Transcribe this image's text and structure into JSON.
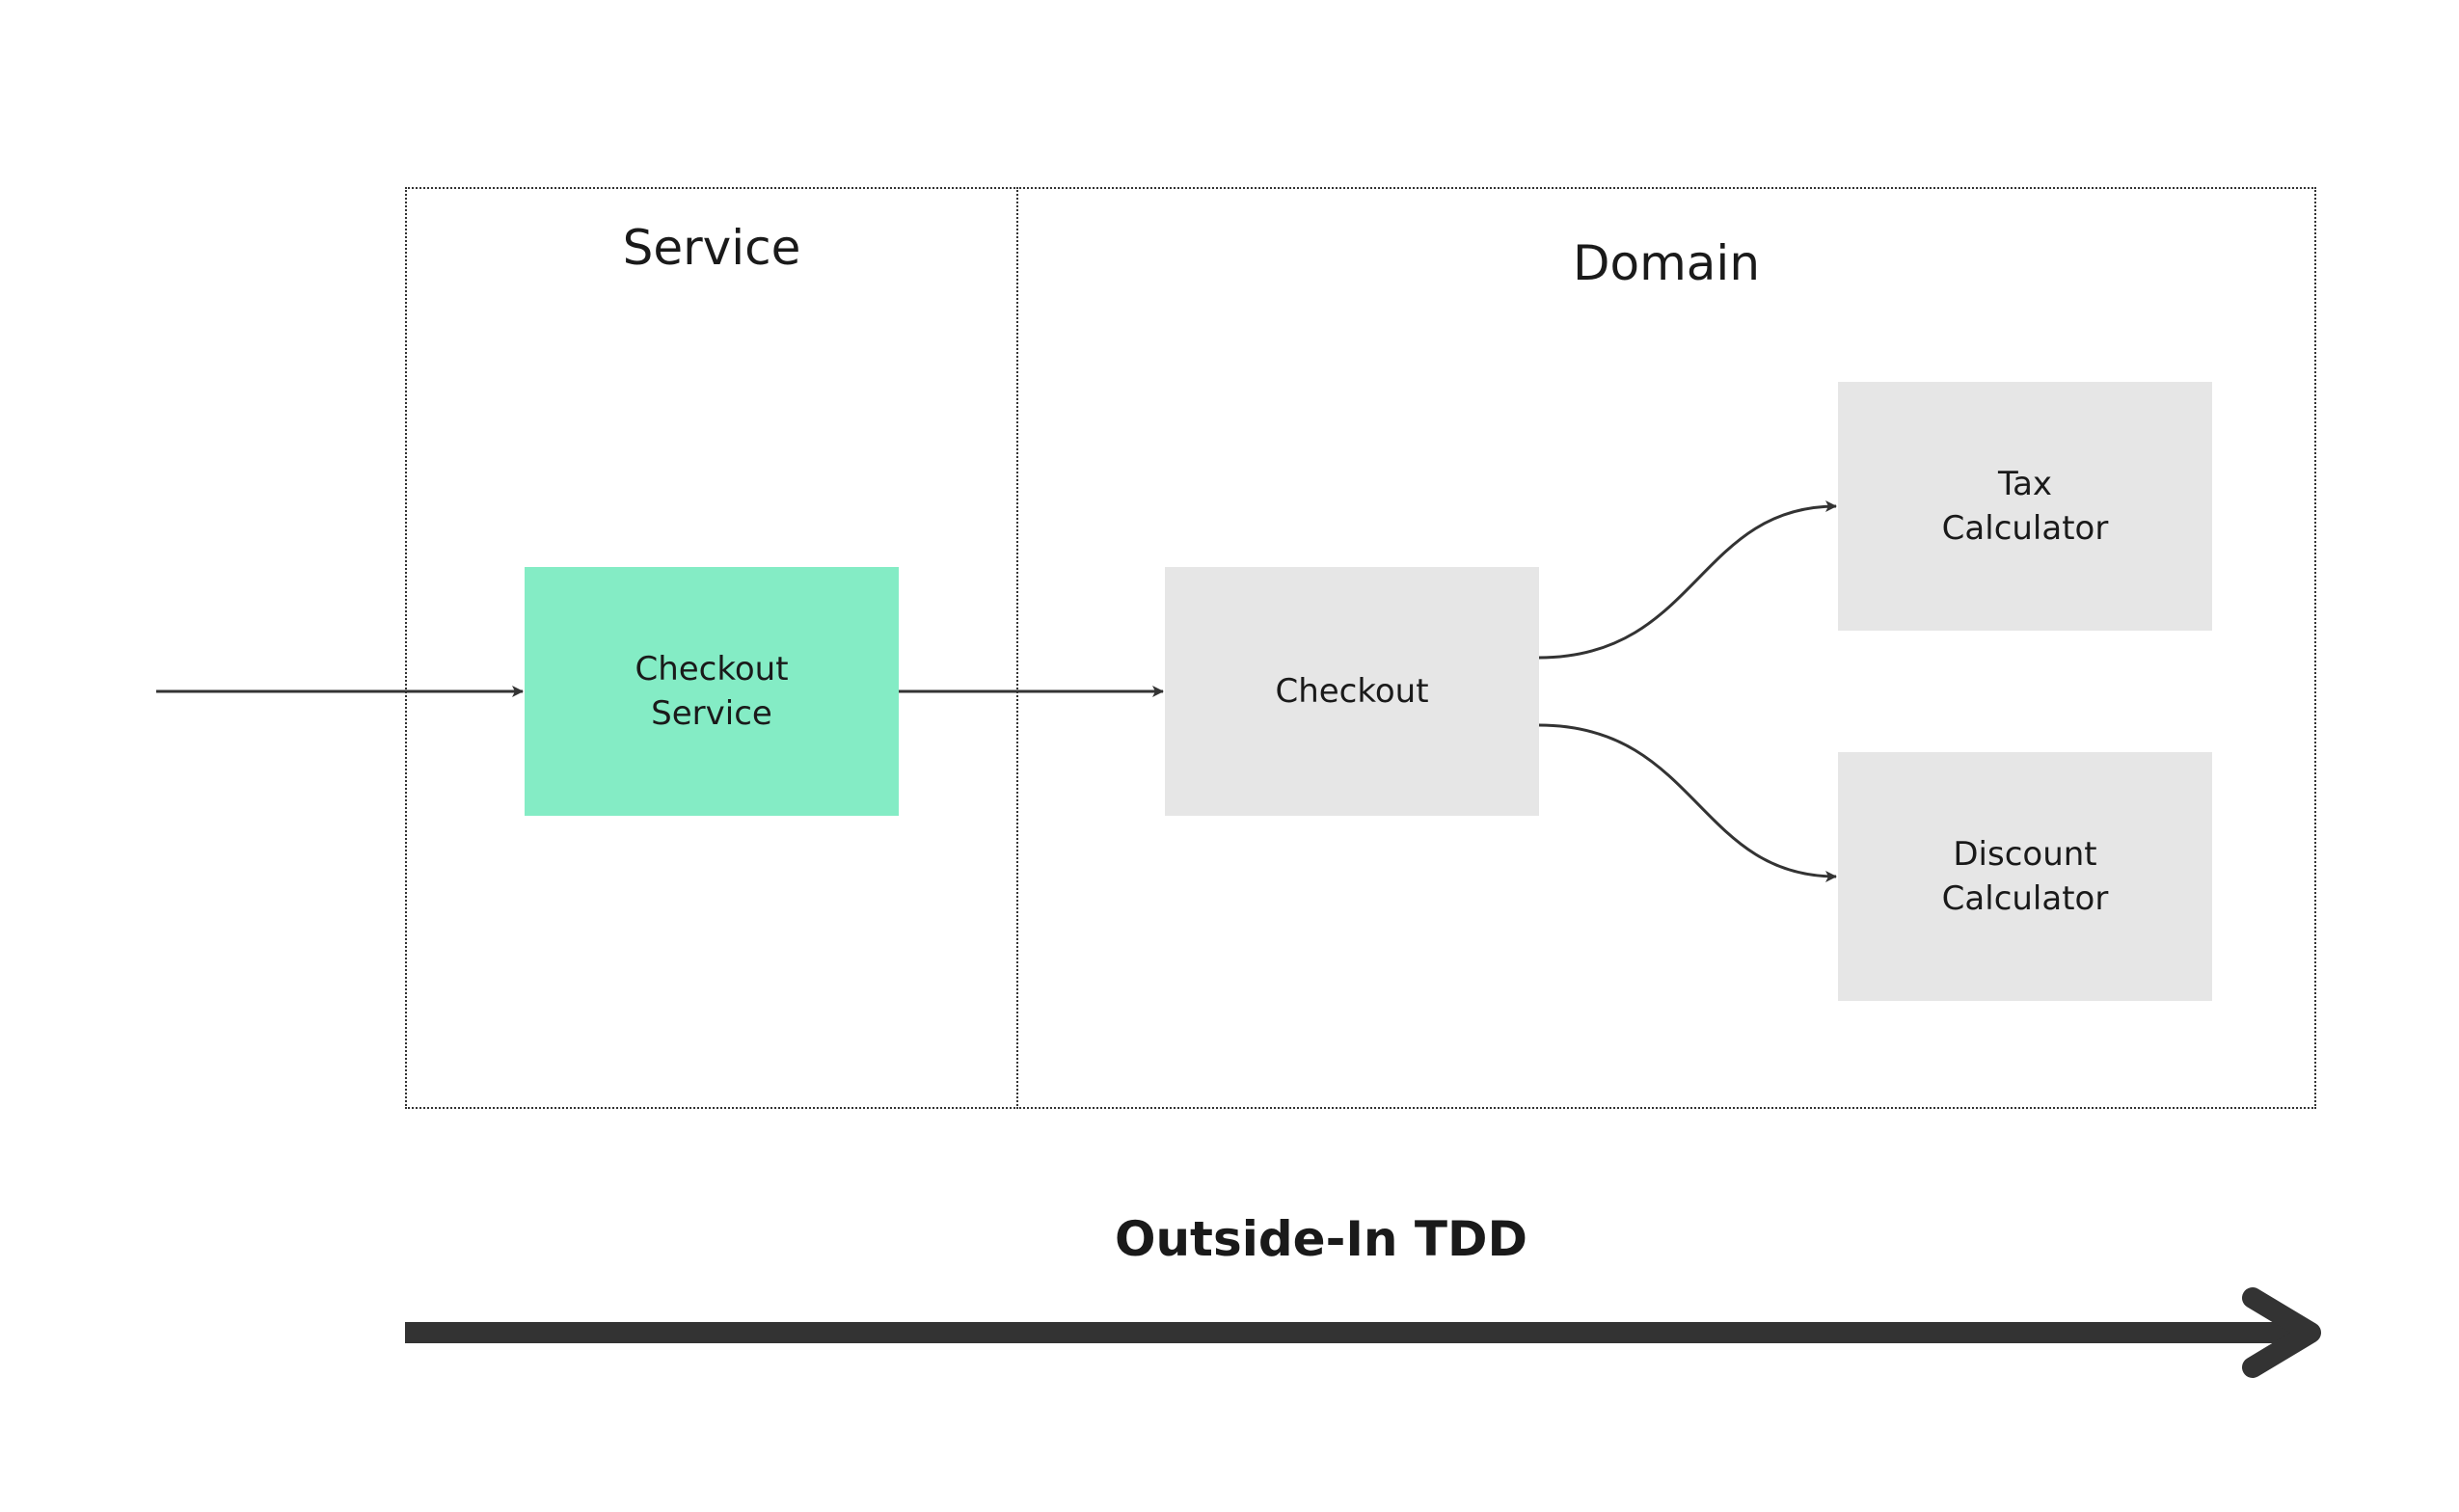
{
  "diagram": {
    "frames": {
      "service_title": "Service",
      "domain_title": "Domain"
    },
    "nodes": {
      "checkout_service": {
        "label": "Checkout\nService",
        "fill": "#84ecc5"
      },
      "checkout": {
        "label": "Checkout",
        "fill": "#e6e6e6"
      },
      "tax_calculator": {
        "label": "Tax\nCalculator",
        "fill": "#e6e6e6"
      },
      "discount_calculator": {
        "label": "Discount\nCalculator",
        "fill": "#e6e6e6"
      }
    },
    "edges": [
      {
        "from": "external",
        "to": "checkout_service"
      },
      {
        "from": "checkout_service",
        "to": "checkout"
      },
      {
        "from": "checkout",
        "to": "tax_calculator"
      },
      {
        "from": "checkout",
        "to": "discount_calculator"
      }
    ],
    "direction_label": "Outside-In TDD",
    "colors": {
      "line": "#333333",
      "frame_border": "#333333"
    }
  }
}
